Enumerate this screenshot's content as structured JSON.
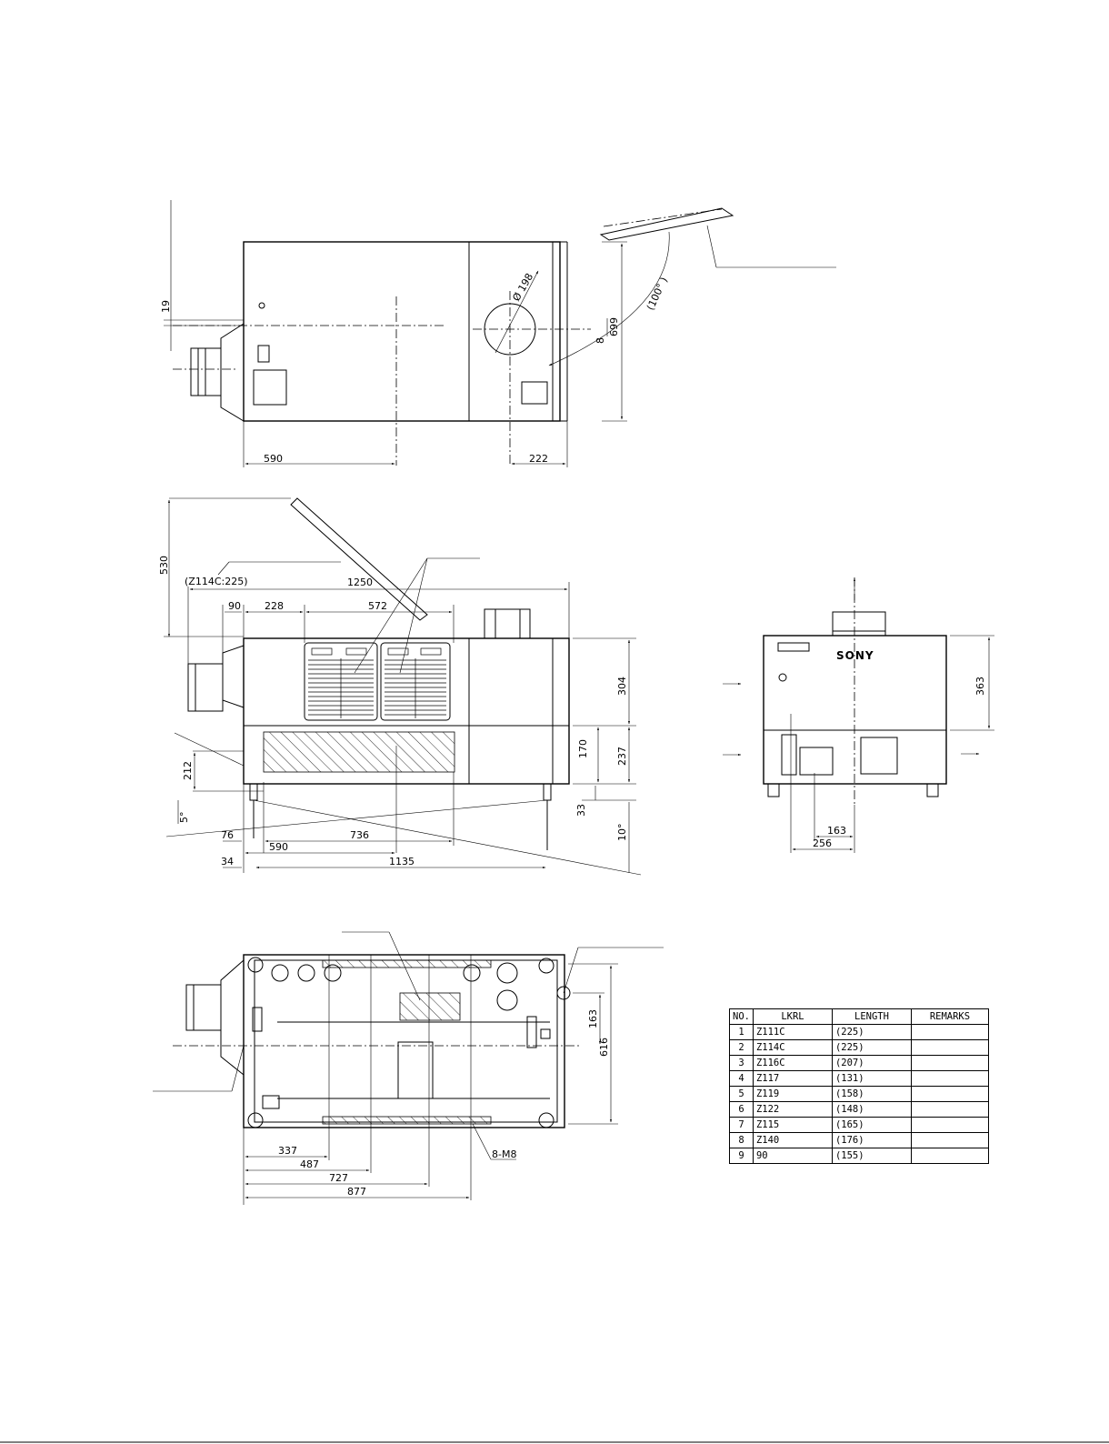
{
  "top_view": {
    "dimensions": {
      "d19": "19",
      "d699": "699",
      "d8": "8",
      "d198": "Ø 198",
      "angle": "(100° )",
      "d590": "590",
      "d222": "222"
    }
  },
  "side_view": {
    "dimensions": {
      "d530": "530",
      "lens_note": "(Z114C:225)",
      "d1250": "1250",
      "d90": "90",
      "d228": "228",
      "d572": "572",
      "d304": "304",
      "d237": "237",
      "d170": "170",
      "d212": "212",
      "d5deg": "5°",
      "d33": "33",
      "d10deg": "10°",
      "d76": "76",
      "d736": "736",
      "d590": "590",
      "d34": "34",
      "d1135": "1135"
    }
  },
  "front_view": {
    "brand": "SONY",
    "dimensions": {
      "d363": "363",
      "d163": "163",
      "d256": "256"
    }
  },
  "bottom_view": {
    "dimensions": {
      "d163": "163",
      "d616": "616",
      "d337": "337",
      "d487": "487",
      "d727": "727",
      "d877": "877",
      "screws": "8-M8"
    }
  },
  "lens_table": {
    "headers": [
      "NO.",
      "LKRL",
      "LENGTH",
      "REMARKS"
    ],
    "rows": [
      [
        "1",
        "Z111C",
        "(225)",
        ""
      ],
      [
        "2",
        "Z114C",
        "(225)",
        ""
      ],
      [
        "3",
        "Z116C",
        "(207)",
        ""
      ],
      [
        "4",
        "Z117",
        "(131)",
        ""
      ],
      [
        "5",
        "Z119",
        "(158)",
        ""
      ],
      [
        "6",
        "Z122",
        "(148)",
        ""
      ],
      [
        "7",
        "Z115",
        "(165)",
        ""
      ],
      [
        "8",
        "Z140",
        "(176)",
        ""
      ],
      [
        "9",
        "90",
        "(155)",
        ""
      ]
    ]
  }
}
